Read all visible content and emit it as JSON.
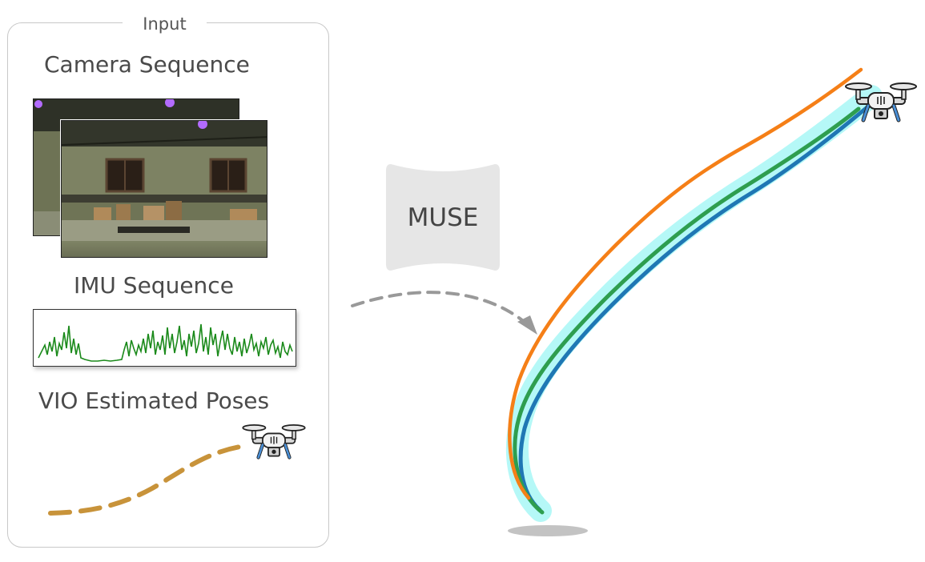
{
  "panel": {
    "title": "Input",
    "camera_heading": "Camera Sequence",
    "imu_heading": "IMU Sequence",
    "vio_heading": "VIO Estimated Poses"
  },
  "method": {
    "label": "MUSE"
  },
  "colors": {
    "vio_trajectory": "#c8933a",
    "orange_trajectory": "#f57f17",
    "green_trajectory": "#2e9e4f",
    "blue_trajectory": "#1f77b4",
    "uncertainty_band": "#8ef5f3",
    "imu_signal": "#1b8a1b",
    "arrow": "#999999",
    "panel_border": "#c8c8c8",
    "muse_box": "#e6e6e6"
  },
  "icons": [
    "drone-icon",
    "drone-icon-output",
    "dashed-arrow-icon"
  ]
}
